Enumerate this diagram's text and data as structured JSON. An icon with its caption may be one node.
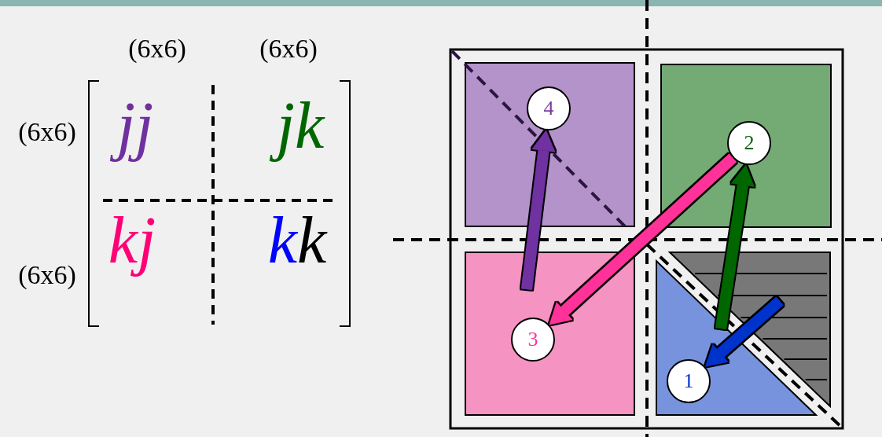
{
  "diagram": {
    "nodes": [
      {
        "text": [
          "1"
        ]
      },
      {
        "text": [
          "2"
        ]
      },
      {
        "text": [
          "3"
        ]
      },
      {
        "text": [
          "4"
        ]
      }
    ],
    "edges": [
      {
        "from": null,
        "to": 0,
        "arrow": "to",
        "color": "#0033cc"
      },
      {
        "from": 0,
        "to": 1,
        "arrow": "to",
        "color": "#006600"
      },
      {
        "from": 1,
        "to": 2,
        "arrow": "to",
        "color": "#ff3399"
      },
      {
        "from": 2,
        "to": 3,
        "arrow": "to",
        "color": "#7030a0"
      }
    ],
    "labels": [
      "(6x6)",
      "(6x6)",
      "(6x6)",
      "jj",
      "jk",
      "kj",
      "(6x6)",
      "kk"
    ]
  }
}
